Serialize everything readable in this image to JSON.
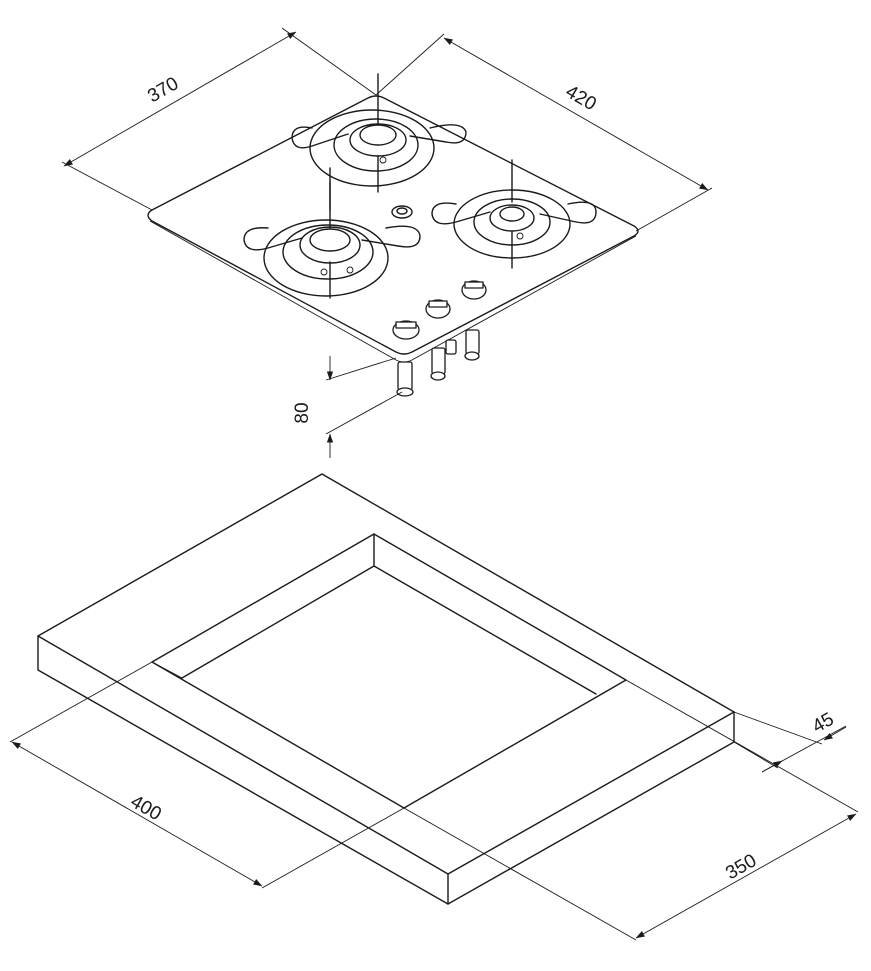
{
  "dimensions": {
    "hob_width": "370",
    "hob_depth": "420",
    "hob_height": "80",
    "cutout_width": "400",
    "cutout_depth": "350",
    "worktop_thickness": "45"
  },
  "components": {
    "burners": 3,
    "control_knobs": 3,
    "ignition_button": 1
  }
}
